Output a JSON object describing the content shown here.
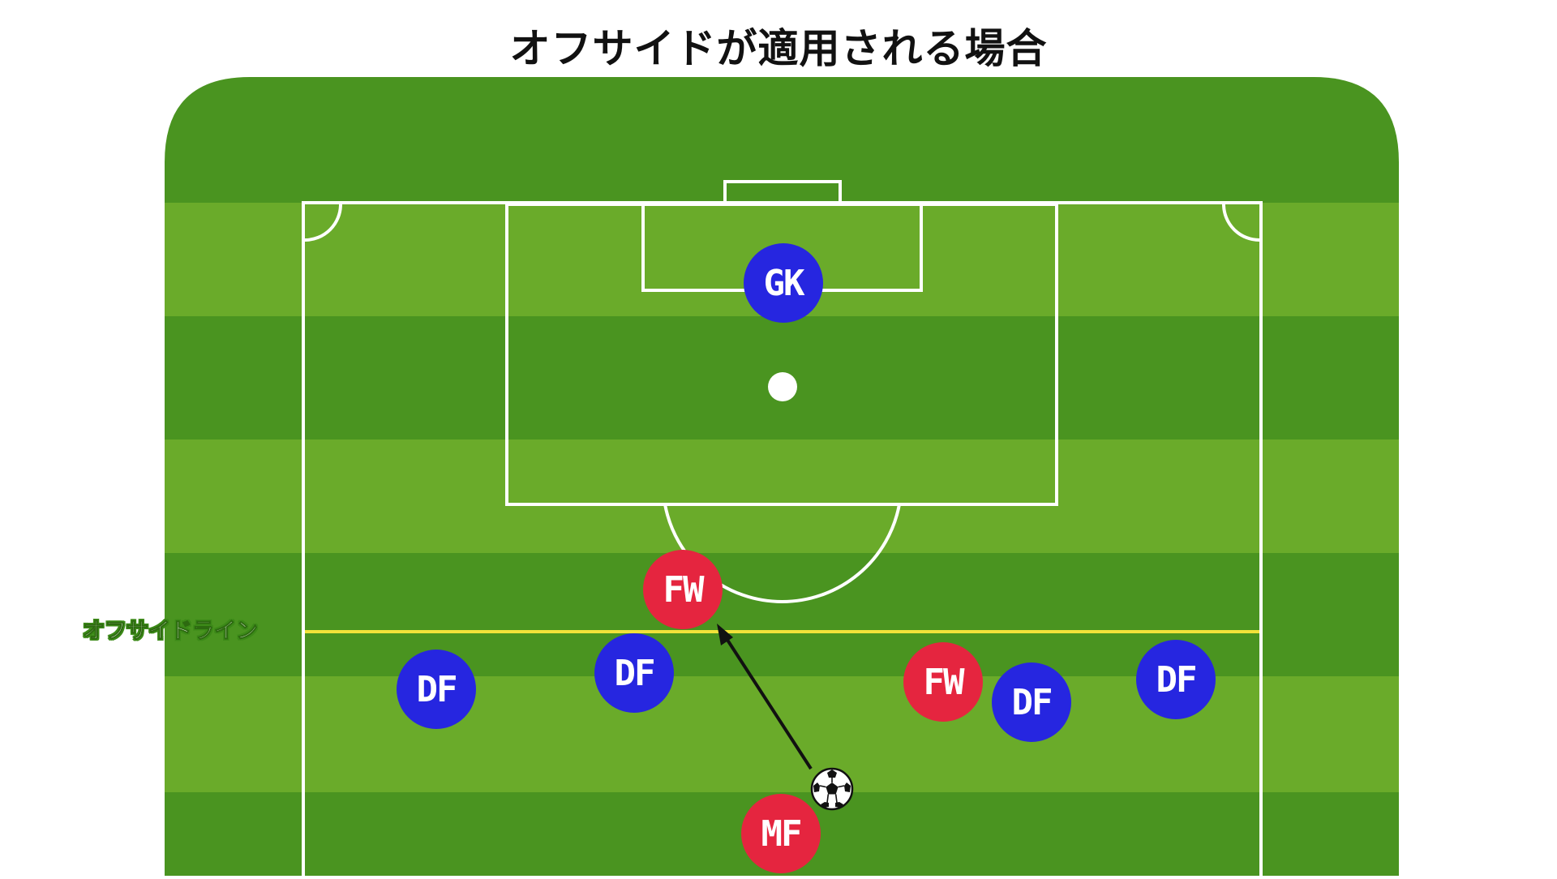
{
  "title": "オフサイドが適用される場合",
  "offside_line_label": "オフサイドライン",
  "colors": {
    "grass_dark": "#4a9420",
    "grass_light": "#6aab2a",
    "line": "#ffffff",
    "offside_line": "#f2e23a",
    "defender": "#2626e0",
    "attacker": "#e5253f"
  },
  "players": [
    {
      "id": "gk",
      "label": "GK",
      "team": "defense"
    },
    {
      "id": "df1",
      "label": "DF",
      "team": "defense"
    },
    {
      "id": "df2",
      "label": "DF",
      "team": "defense"
    },
    {
      "id": "df3",
      "label": "DF",
      "team": "defense"
    },
    {
      "id": "df4",
      "label": "DF",
      "team": "defense"
    },
    {
      "id": "fw1",
      "label": "FW",
      "team": "attack"
    },
    {
      "id": "fw2",
      "label": "FW",
      "team": "attack"
    },
    {
      "id": "mf",
      "label": "MF",
      "team": "attack"
    }
  ],
  "icons": {
    "ball": "soccer-ball-icon",
    "pass_arrow": "arrow-icon"
  }
}
